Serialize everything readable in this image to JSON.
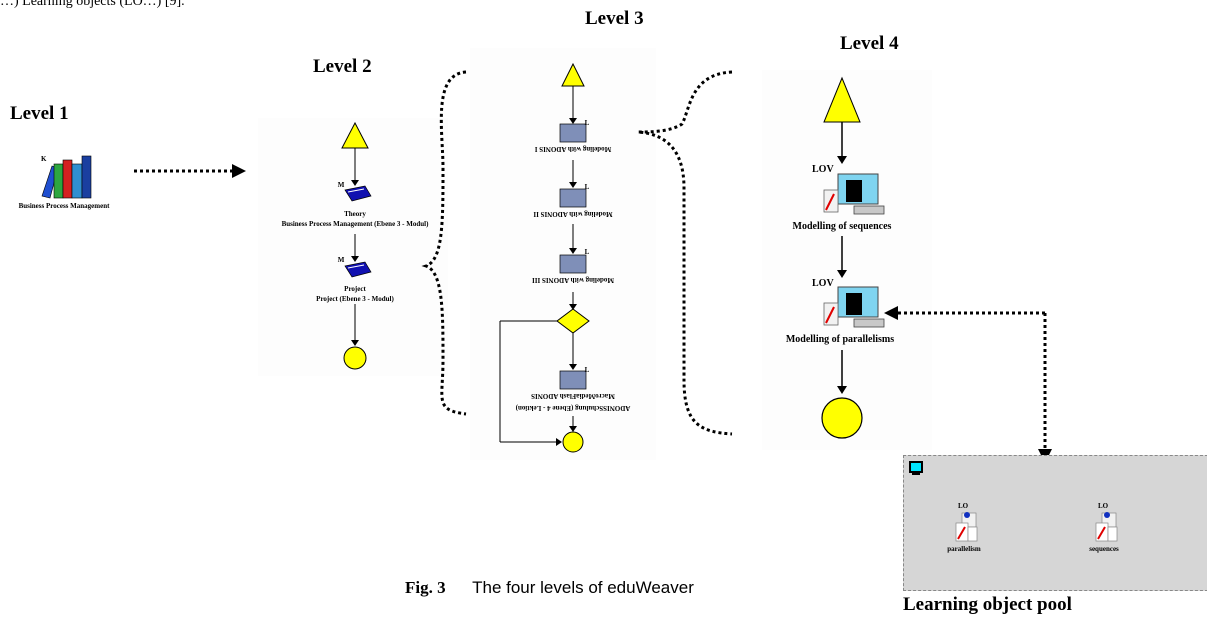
{
  "header_fragment": "…) Learning objects (LO…) [9].",
  "levels": {
    "level1": {
      "title": "Level 1",
      "icon_letter": "K",
      "label": "Business Process Management"
    },
    "level2": {
      "title": "Level 2",
      "node1": {
        "letter": "M",
        "name": "Theory",
        "detail": "Business Process Management (Ebene 3 - Modul)"
      },
      "node2": {
        "letter": "M",
        "name": "Project",
        "detail": "Project (Ebene 3 - Modul)"
      }
    },
    "level3": {
      "title": "Level 3",
      "nodes": [
        {
          "letter": "L",
          "label": "Modeling with ADONIS I"
        },
        {
          "letter": "L",
          "label": "Modeling with ADONIS II"
        },
        {
          "letter": "L",
          "label": "Modeling with ADONIS III"
        },
        {
          "letter": "L",
          "label": "MacroMediaFlash ADONIS",
          "label2": "ADONISSchulung (Ebene 4 - Lektion)"
        }
      ]
    },
    "level4": {
      "title": "Level 4",
      "nodes": [
        {
          "letter": "LOV",
          "label": "Modelling of sequences"
        },
        {
          "letter": "LOV",
          "label": "Modelling of parallelisms"
        }
      ]
    }
  },
  "pool": {
    "title": "Learning object pool",
    "items": [
      {
        "letter": "LO",
        "label": "parallelism"
      },
      {
        "letter": "LO",
        "label": "sequences"
      }
    ]
  },
  "caption": {
    "fig": "Fig. 3",
    "text": "The four levels of eduWeaver"
  },
  "colors": {
    "start_triangle": "#ffff00",
    "end_circle": "#ffff00",
    "decision": "#ffff00",
    "module_book": "#1010b0",
    "pool_bg": "#d6d6d6"
  }
}
